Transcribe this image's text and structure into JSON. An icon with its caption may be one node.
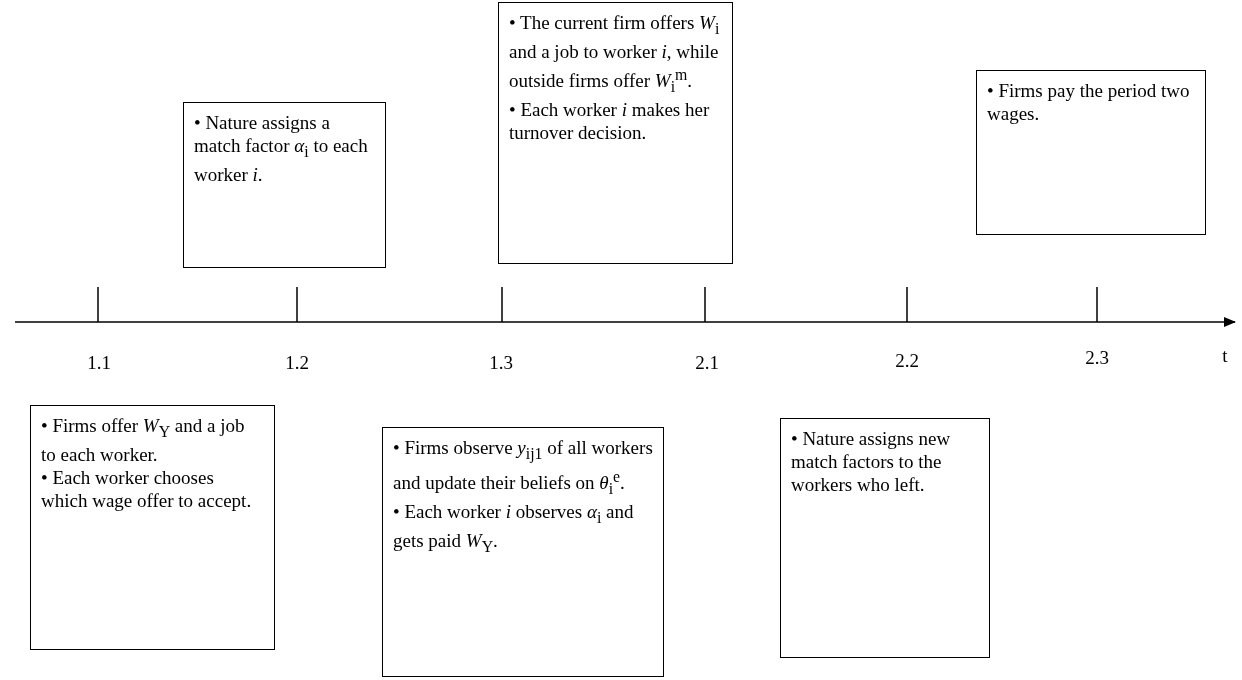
{
  "diagram": {
    "nodes": [
      {
        "text": [
          "• Firms offer *W*$_{Y}$ and a job to each worker.",
          "• Each worker chooses which wage offer to accept."
        ]
      },
      {
        "text": [
          "• Nature assigns a match factor *α*$_{i}$ to each worker *i*."
        ]
      },
      {
        "text": [
          "• Firms observe *y*$_{ij1}$ of all workers and update their beliefs on *θ*$_{i}$$^{e}$.",
          "• Each worker *i* observes *α*$_{i}$ and gets paid *W*$_{Y}$."
        ]
      },
      {
        "text": [
          "• The current firm offers *W*$_{i}$ and a job to worker *i*, while outside firms offer *W*$_{i}$$^{m}$.",
          "• Each worker *i* makes her turnover decision."
        ]
      },
      {
        "text": [
          "• Nature assigns new match factors to the workers who left."
        ]
      },
      {
        "text": [
          "• Firms pay the period two wages."
        ]
      }
    ],
    "labels": [
      "1.1",
      "1.2",
      "1.3",
      "2.1",
      "2.2",
      "2.3",
      "t"
    ]
  }
}
